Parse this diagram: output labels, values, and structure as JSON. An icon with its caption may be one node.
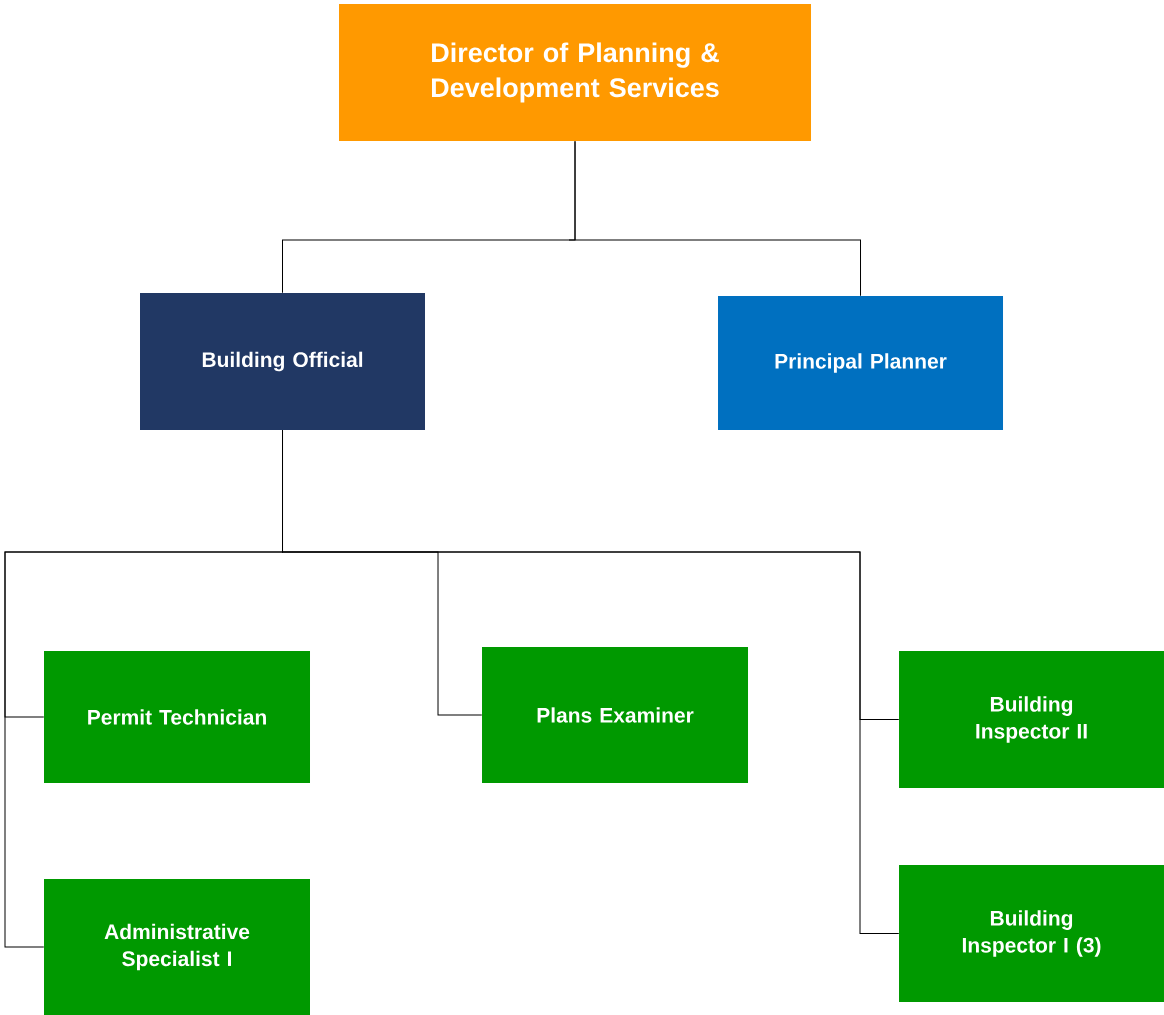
{
  "diagram": {
    "nodes": [
      {
        "text": [
          "Director of Planning & Development Services"
        ]
      },
      {
        "text": [
          "Building Official"
        ]
      },
      {
        "text": [
          "Principal Planner"
        ]
      },
      {
        "text": [
          "Permit Technician"
        ]
      },
      {
        "text": [
          "Plans Examiner"
        ]
      },
      {
        "text": [
          "Building Inspector II"
        ]
      },
      {
        "text": [
          "Administrative Specialist I"
        ]
      },
      {
        "text": [
          "Building Inspector I (3)"
        ]
      }
    ],
    "edges": [
      {
        "from": 0,
        "to": 1,
        "arrow": "none"
      },
      {
        "from": 0,
        "to": 2,
        "arrow": "none"
      },
      {
        "from": 1,
        "to": 3,
        "arrow": "none"
      },
      {
        "from": 1,
        "to": 4,
        "arrow": "none"
      },
      {
        "from": 1,
        "to": 5,
        "arrow": "none"
      },
      {
        "from": 1,
        "to": 6,
        "arrow": "none"
      },
      {
        "from": 1,
        "to": 7,
        "arrow": "none"
      }
    ]
  }
}
